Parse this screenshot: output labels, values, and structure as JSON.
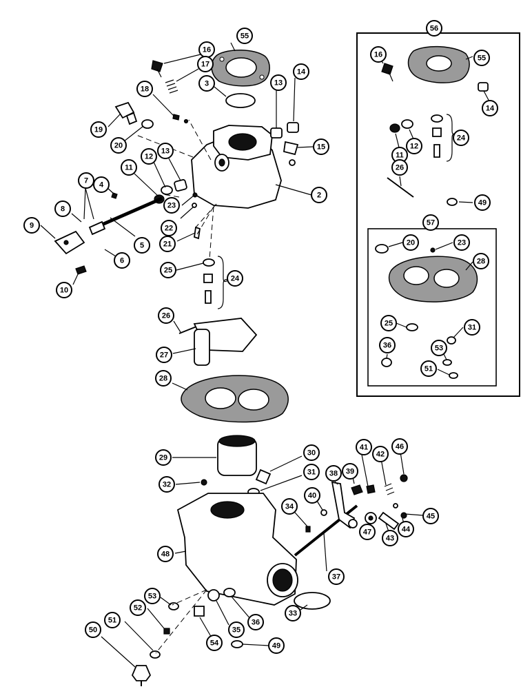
{
  "diagram": {
    "kit_callouts": [
      "56",
      "57"
    ],
    "callouts": [
      "55",
      "16",
      "17",
      "14",
      "3",
      "18",
      "13",
      "19",
      "20",
      "15",
      "12",
      "13",
      "11",
      "4",
      "2",
      "7",
      "8",
      "23",
      "9",
      "22",
      "21",
      "5",
      "6",
      "25",
      "24",
      "10",
      "26",
      "27",
      "28",
      "29",
      "30",
      "32",
      "31",
      "41",
      "42",
      "46",
      "38",
      "39",
      "40",
      "34",
      "45",
      "44",
      "43",
      "47",
      "48",
      "37",
      "53",
      "36",
      "33",
      "52",
      "35",
      "51",
      "54",
      "49",
      "50",
      "16",
      "55",
      "14",
      "11",
      "12",
      "24",
      "26",
      "49",
      "20",
      "23",
      "28",
      "25",
      "31",
      "36",
      "53",
      "51"
    ]
  }
}
